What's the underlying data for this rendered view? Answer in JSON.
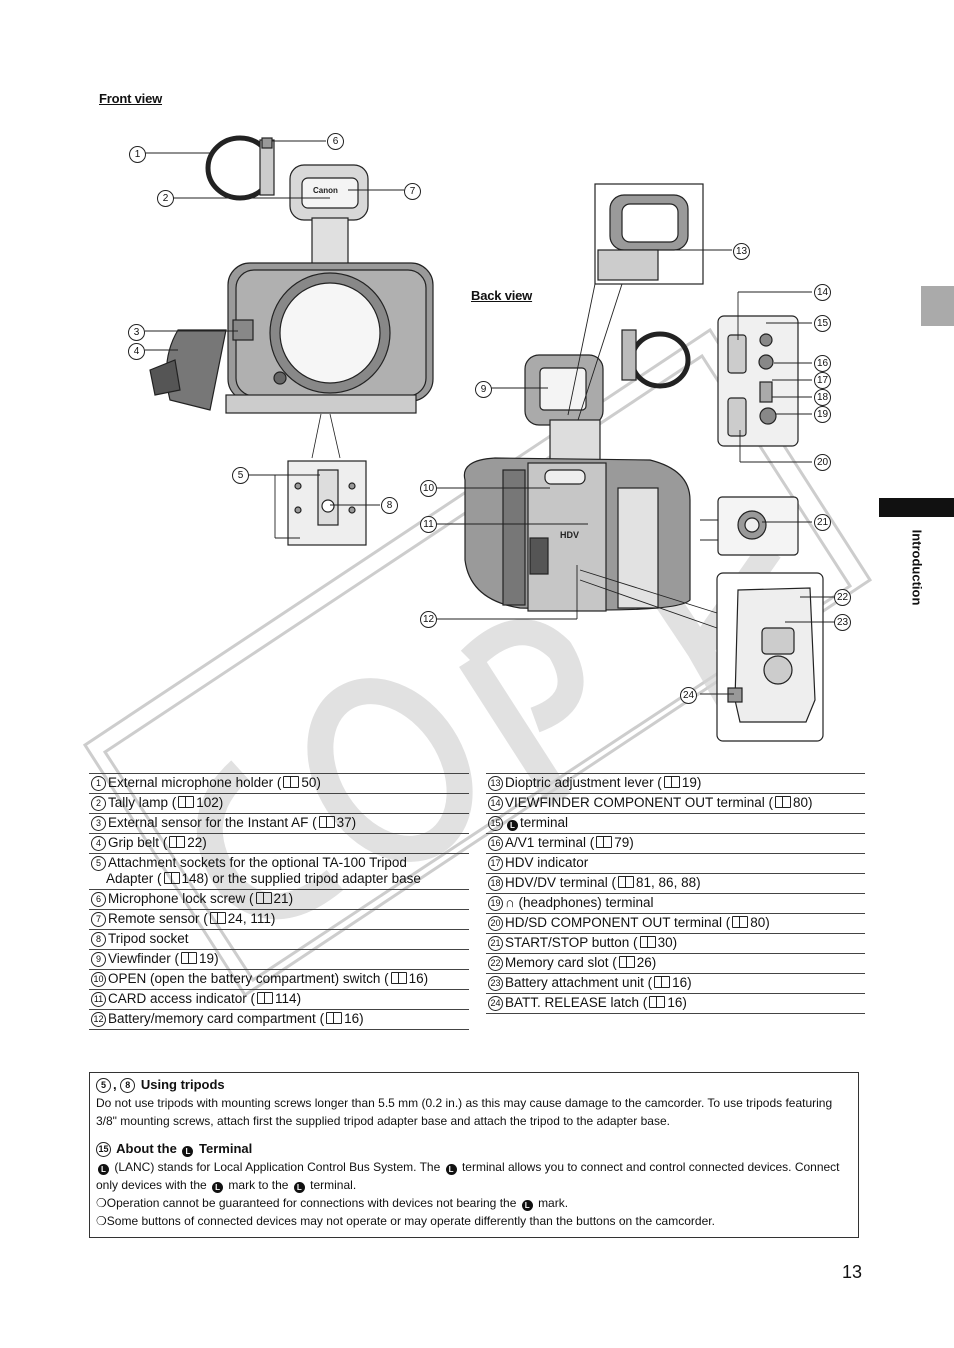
{
  "front_view": {
    "label": "Front view"
  },
  "back_view": {
    "label": "Back view"
  },
  "camera_brand": "Canon",
  "side_tab": {
    "label": "Introduction"
  },
  "parts_left": [
    {
      "n": "1",
      "text": "External microphone holder (",
      "ref": "50)"
    },
    {
      "n": "2",
      "text": "Tally lamp (",
      "ref": "102)"
    },
    {
      "n": "3",
      "text": "External sensor for the Instant AF (",
      "ref": "37)"
    },
    {
      "n": "4",
      "text": "Grip belt (",
      "ref": "22)"
    },
    {
      "n": "5",
      "text": "Attachment sockets for the optional TA-100 Tripod",
      "text2": "Adapter (",
      "ref": "148) or the supplied tripod adapter base"
    },
    {
      "n": "6",
      "text": "Microphone lock screw (",
      "ref": "21)"
    },
    {
      "n": "7",
      "text": "Remote sensor (",
      "ref": "24, 111)"
    },
    {
      "n": "8",
      "text": "Tripod socket"
    },
    {
      "n": "9",
      "text": "Viewfinder (",
      "ref": "19)"
    },
    {
      "n": "10",
      "text": "OPEN (open the battery compartment) switch (",
      "ref": "16)"
    },
    {
      "n": "11",
      "text": "CARD access indicator (",
      "ref": "114)"
    },
    {
      "n": "12",
      "text": "Battery/memory card compartment (",
      "ref": "16)"
    }
  ],
  "parts_right": [
    {
      "n": "13",
      "text": "Dioptric adjustment lever (",
      "ref": "19)"
    },
    {
      "n": "14",
      "text": "VIEWFINDER COMPONENT OUT terminal (",
      "ref": "80)"
    },
    {
      "n": "15",
      "lanc": true,
      "text": "terminal"
    },
    {
      "n": "16",
      "text": "A/V1 terminal (",
      "ref": "79)"
    },
    {
      "n": "17",
      "text": "HDV indicator"
    },
    {
      "n": "18",
      "text": "HDV/DV terminal (",
      "ref": "81, 86, 88)"
    },
    {
      "n": "19",
      "head": true,
      "text": "(headphones) terminal"
    },
    {
      "n": "20",
      "text": "HD/SD COMPONENT OUT terminal (",
      "ref": "80)"
    },
    {
      "n": "21",
      "text": "START/STOP button (",
      "ref": "30)"
    },
    {
      "n": "22",
      "text": "Memory card slot (",
      "ref": "26)"
    },
    {
      "n": "23",
      "text": "Battery attachment unit (",
      "ref": "16)"
    },
    {
      "n": "24",
      "text": "BATT. RELEASE latch (",
      "ref": "16)"
    }
  ],
  "notes": {
    "tripods_nums": [
      "5",
      "8"
    ],
    "tripods_title": "Using tripods",
    "tripods_text": "Do not use tripods with mounting screws longer than 5.5 mm (0.2 in.) as this may cause damage to the camcorder. To use tripods featuring 3/8\" mounting screws, attach first the supplied tripod adapter base and attach the tripod to the adapter base.",
    "lanc_num": "15",
    "lanc_title_a": "About the",
    "lanc_title_b": "Terminal",
    "lanc_p1a": "(LANC) stands for Local Application Control Bus System. The",
    "lanc_p1b": "terminal allows you to connect and control connected devices. Connect only devices with the",
    "lanc_p1c": "mark to the",
    "lanc_p1d": "terminal.",
    "lanc_b1a": "Operation cannot be guaranteed for connections with devices not bearing the",
    "lanc_b1b": "mark.",
    "lanc_b2": "Some buttons of connected devices may not operate or may operate differently than the buttons on the camcorder."
  },
  "watermark": "COPY",
  "page_number": "13"
}
